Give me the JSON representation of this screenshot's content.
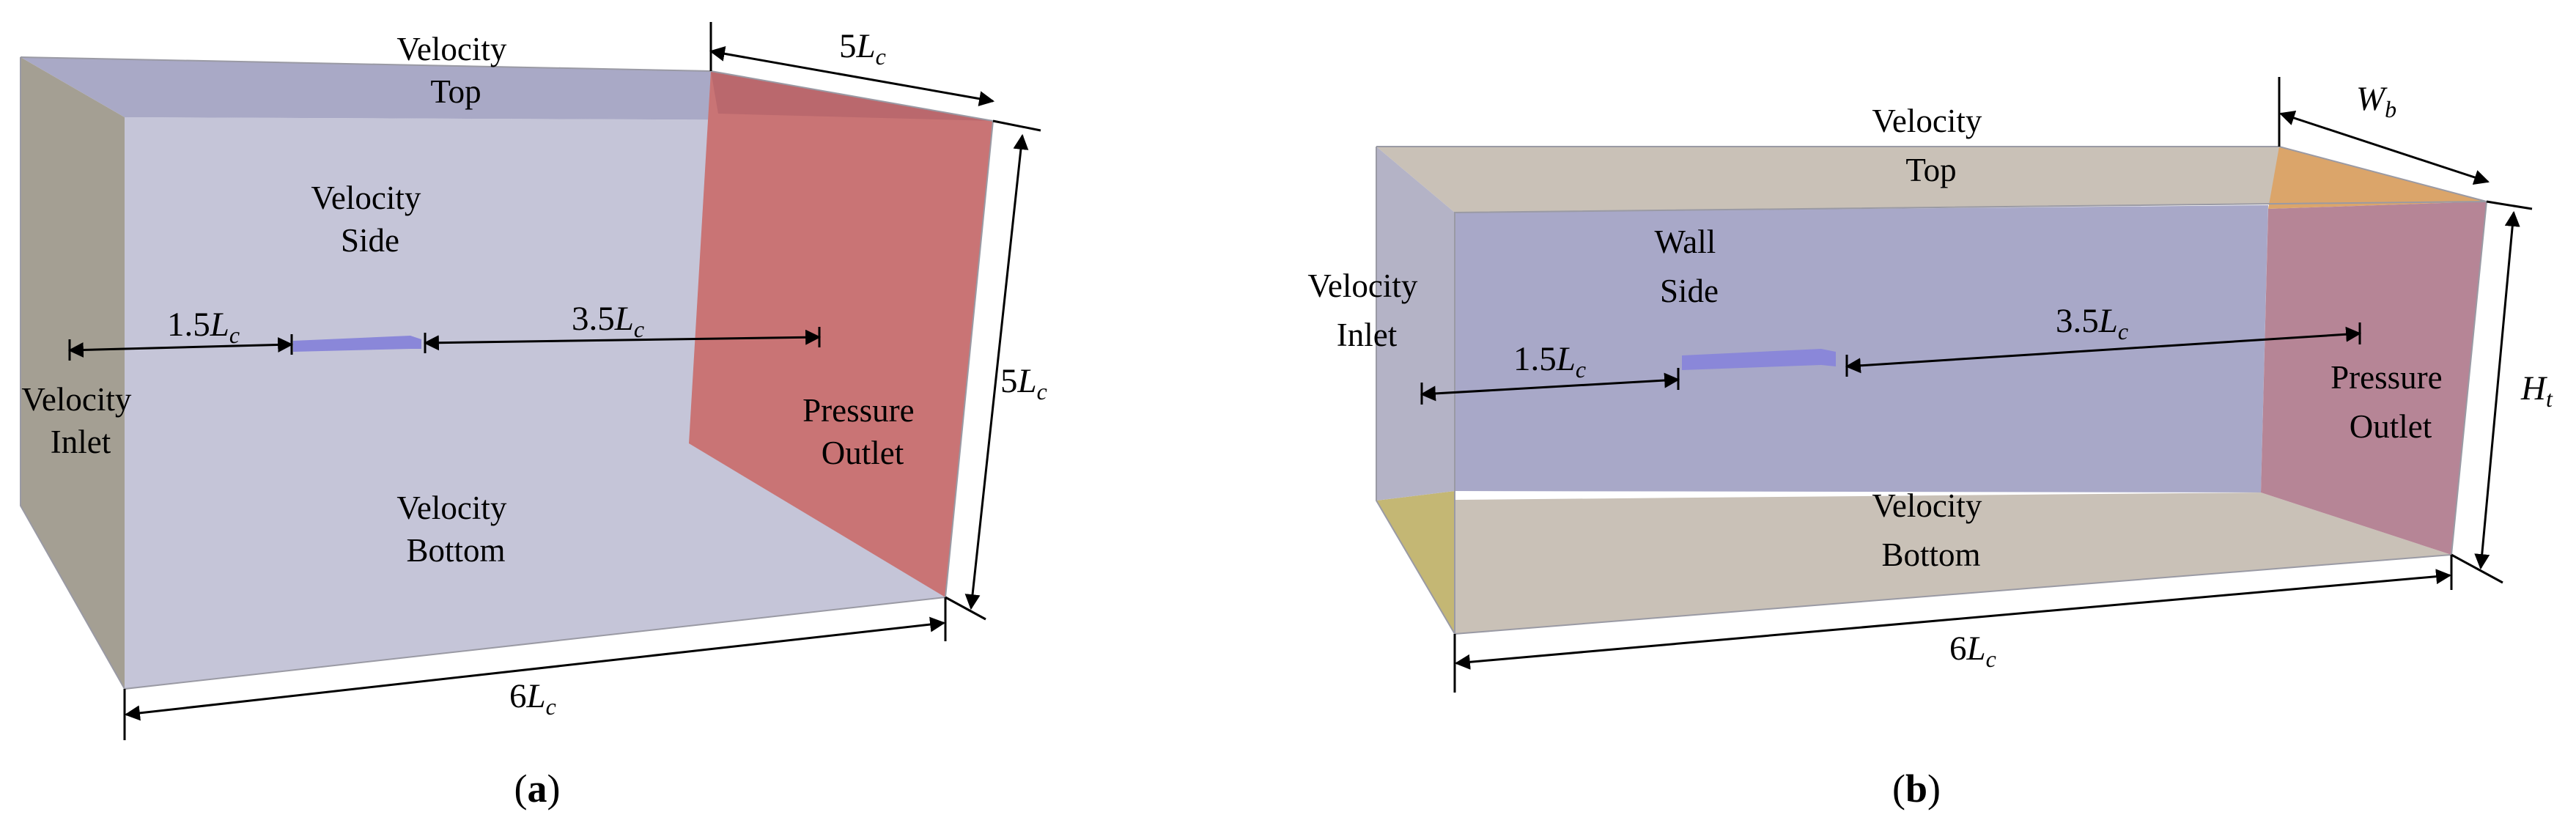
{
  "panel_a": {
    "caption_open": "(",
    "caption_letter": "a",
    "caption_close": ")",
    "faces": {
      "top": [
        "Velocity",
        "Top"
      ],
      "side": [
        "Velocity",
        "Side"
      ],
      "inlet": [
        "Velocity",
        "Inlet"
      ],
      "outlet": [
        "Pressure",
        "Outlet"
      ],
      "bottom": [
        "Velocity",
        "Bottom"
      ]
    },
    "dims": {
      "width_top": {
        "num": "5",
        "var": "L",
        "sub": "c"
      },
      "height_right": {
        "num": "5",
        "var": "L",
        "sub": "c"
      },
      "length_bottom": {
        "num": "6",
        "var": "L",
        "sub": "c"
      },
      "upstream": {
        "num": "1.5",
        "var": "L",
        "sub": "c"
      },
      "downstream": {
        "num": "3.5",
        "var": "L",
        "sub": "c"
      }
    }
  },
  "panel_b": {
    "caption_open": "(",
    "caption_letter": "b",
    "caption_close": ")",
    "faces": {
      "top": [
        "Velocity",
        "Top"
      ],
      "side": [
        "Wall",
        "Side"
      ],
      "inlet": [
        "Velocity",
        "Inlet"
      ],
      "outlet": [
        "Pressure",
        "Outlet"
      ],
      "bottom": [
        "Velocity",
        "Bottom"
      ]
    },
    "dims": {
      "width_top": {
        "num": "",
        "var": "W",
        "sub": "b"
      },
      "height_right": {
        "num": "",
        "var": "H",
        "sub": "t"
      },
      "length_bottom": {
        "num": "6",
        "var": "L",
        "sub": "c"
      },
      "upstream": {
        "num": "1.5",
        "var": "L",
        "sub": "c"
      },
      "downstream": {
        "num": "3.5",
        "var": "L",
        "sub": "c"
      }
    }
  },
  "colors": {
    "velocity_face_lavender": "#c5c5d8",
    "top_face_a": "#a9a9c6",
    "inlet_face_gray": "#a49f93",
    "outlet_face_red": "#c97475",
    "tan_face_b": "#c9c1b7",
    "side_face_b": "#a8a8c8",
    "outlet_face_b": "#b68596",
    "orange_corner_b": "#dba56a",
    "olive_corner_b": "#c4b774",
    "body_purple": "#8a87d9"
  }
}
